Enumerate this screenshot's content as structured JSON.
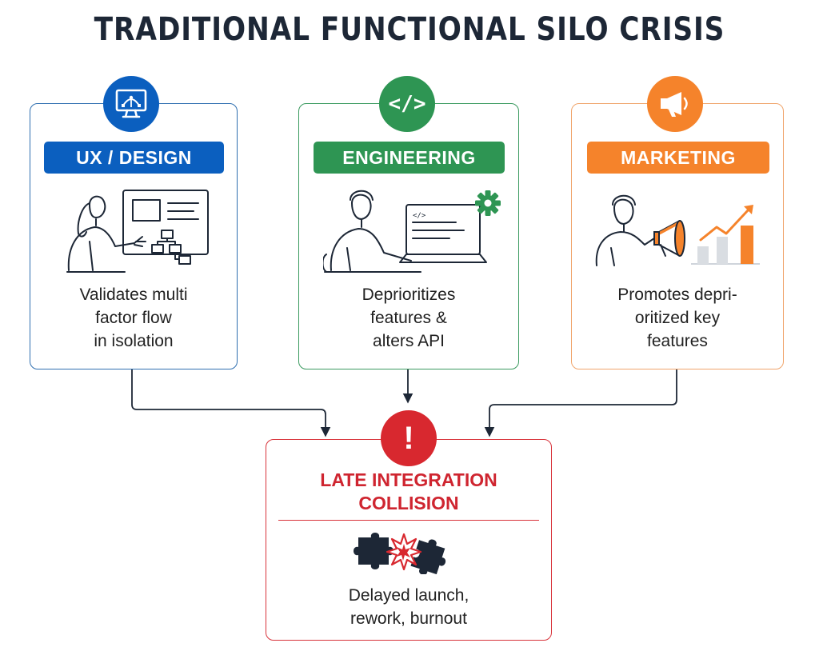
{
  "title": "TRADITIONAL FUNCTIONAL SILO CRISIS",
  "colors": {
    "blue": "#0b5fbf",
    "green": "#2e9553",
    "orange": "#f5832b",
    "red": "#d8282f",
    "ink": "#1d2736"
  },
  "silos": [
    {
      "label": "UX / DESIGN",
      "icon": "monitor-design-icon",
      "illustration": "designer-at-screen",
      "description": [
        "Validates multi",
        "factor flow",
        "in isolation"
      ]
    },
    {
      "label": "ENGINEERING",
      "icon": "code-brackets-icon",
      "code_glyph": "</>",
      "illustration": "engineer-at-laptop",
      "description": [
        "Deprioritizes",
        "features &",
        "alters API"
      ]
    },
    {
      "label": "MARKETING",
      "icon": "megaphone-icon",
      "illustration": "marketer-with-megaphone",
      "description": [
        "Promotes depri-",
        "oritized key",
        "features"
      ]
    }
  ],
  "outcome": {
    "icon": "exclamation-icon",
    "glyph": "!",
    "title": [
      "LATE INTEGRATION",
      "COLLISION"
    ],
    "illustration": "puzzle-collision",
    "description": [
      "Delayed launch,",
      "rework, burnout"
    ]
  }
}
